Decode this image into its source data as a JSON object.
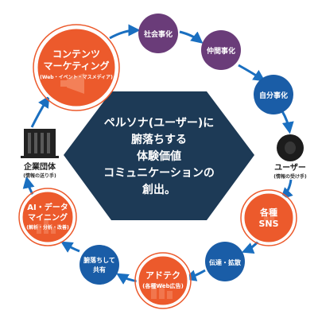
{
  "diagram": {
    "center": {
      "lines": [
        "ペルソナ(ユーザー)に",
        "腑落ちする",
        "体験価値",
        "コミュニケーションの",
        "創出。"
      ]
    },
    "nodes": {
      "contents": {
        "title1": "コンテンツ",
        "title2": "マーケティング",
        "sub": "(Web・イベント・マスメディア)"
      },
      "society": {
        "label": "社会事化"
      },
      "peer": {
        "label": "仲間事化"
      },
      "self": {
        "label": "自分事化"
      },
      "user": {
        "title": "ユーザー",
        "sub": "(情報の受け手)"
      },
      "sns": {
        "title1": "各種",
        "title2": "SNS"
      },
      "spread": {
        "label": "伝達・拡散"
      },
      "adtech": {
        "title": "アドテク",
        "sub": "(各種Web広告)"
      },
      "share": {
        "line1": "腑落ちして",
        "line2": "共有"
      },
      "ai": {
        "title1": "AI・データ",
        "title2": "マイニング",
        "sub": "(解析・分析・改善)"
      },
      "company": {
        "title": "企業団体",
        "sub": "(情報の送り手)"
      }
    },
    "colors": {
      "hexagon": "#1d3a56",
      "orange": "#ec5a2c",
      "blue": "#1a5da7",
      "purple": "#6a3c79",
      "arrow": "#1a6fc0"
    }
  }
}
